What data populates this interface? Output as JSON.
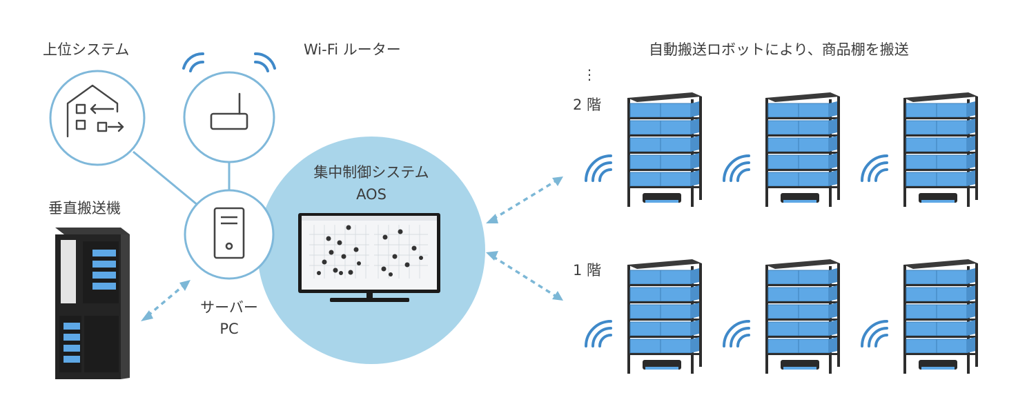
{
  "labels": {
    "upper_system": "上位システム",
    "wifi_router": "Wi-Fi ルーター",
    "robot_caption": "自動搬送ロボットにより、商品棚を搬送",
    "vertical_conveyor": "垂直搬送機",
    "central_system_line1": "集中制御システム",
    "central_system_line2": "AOS",
    "server_line1": "サーバー",
    "server_line2": "PC",
    "floor_2": "2 階",
    "floor_1": "1 階",
    "ellipsis": "⋮"
  },
  "icons": {
    "upper_system": "house-transfer-icon",
    "router": "router-icon",
    "server": "server-tower-icon",
    "monitor": "monitor-icon",
    "wifi": "wifi-signal-icon"
  },
  "colors": {
    "circle_stroke": "#7fb8da",
    "central_fill": "#a9d5ea",
    "arrow": "#7cb7d6",
    "wifi": "#3f89c9",
    "bin_blue": "#5ea8e6",
    "rack_frame": "#2d2d2d"
  }
}
